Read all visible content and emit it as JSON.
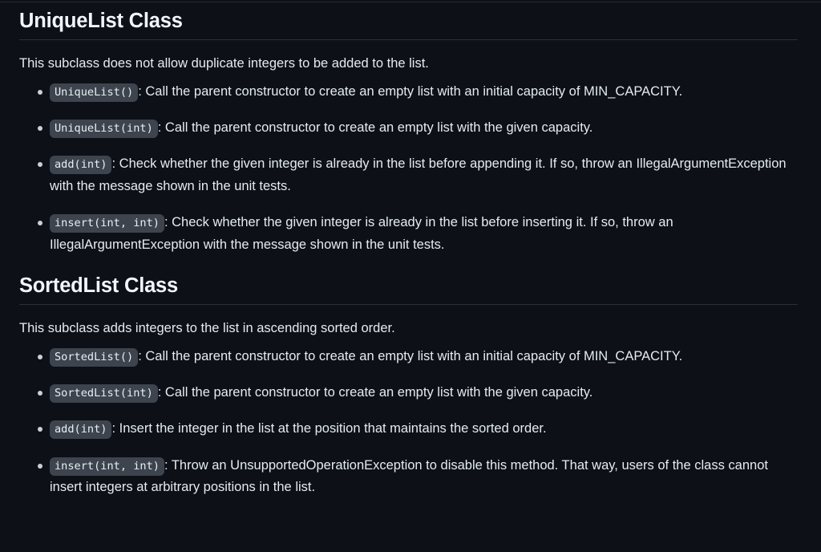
{
  "theme": {
    "background": "#0d1117",
    "text": "#e4ebf1",
    "heading": "#f0f6fc",
    "rule": "#2a3039",
    "code_chip_bg": "#3d444d",
    "code_chip_text": "#e8eef4",
    "bullet": "#c9d1d9"
  },
  "sections": [
    {
      "id": "uniquelist",
      "title": "UniqueList Class",
      "intro": "This subclass does not allow duplicate integers to be added to the list.",
      "items": [
        {
          "code": "UniqueList()",
          "description": ": Call the parent constructor to create an empty list with an initial capacity of MIN_CAPACITY."
        },
        {
          "code": "UniqueList(int)",
          "description": ": Call the parent constructor to create an empty list with the given capacity."
        },
        {
          "code": "add(int)",
          "description": ": Check whether the given integer is already in the list before appending it. If so, throw an IllegalArgumentException with the message shown in the unit tests."
        },
        {
          "code": "insert(int, int)",
          "description": ": Check whether the given integer is already in the list before inserting it. If so, throw an IllegalArgumentException with the message shown in the unit tests."
        }
      ]
    },
    {
      "id": "sortedlist",
      "title": "SortedList Class",
      "intro": "This subclass adds integers to the list in ascending sorted order.",
      "items": [
        {
          "code": "SortedList()",
          "description": ": Call the parent constructor to create an empty list with an initial capacity of MIN_CAPACITY."
        },
        {
          "code": "SortedList(int)",
          "description": ": Call the parent constructor to create an empty list with the given capacity."
        },
        {
          "code": "add(int)",
          "description": ": Insert the integer in the list at the position that maintains the sorted order."
        },
        {
          "code": "insert(int, int)",
          "description": ": Throw an UnsupportedOperationException to disable this method. That way, users of the class cannot insert integers at arbitrary positions in the list."
        }
      ]
    }
  ]
}
